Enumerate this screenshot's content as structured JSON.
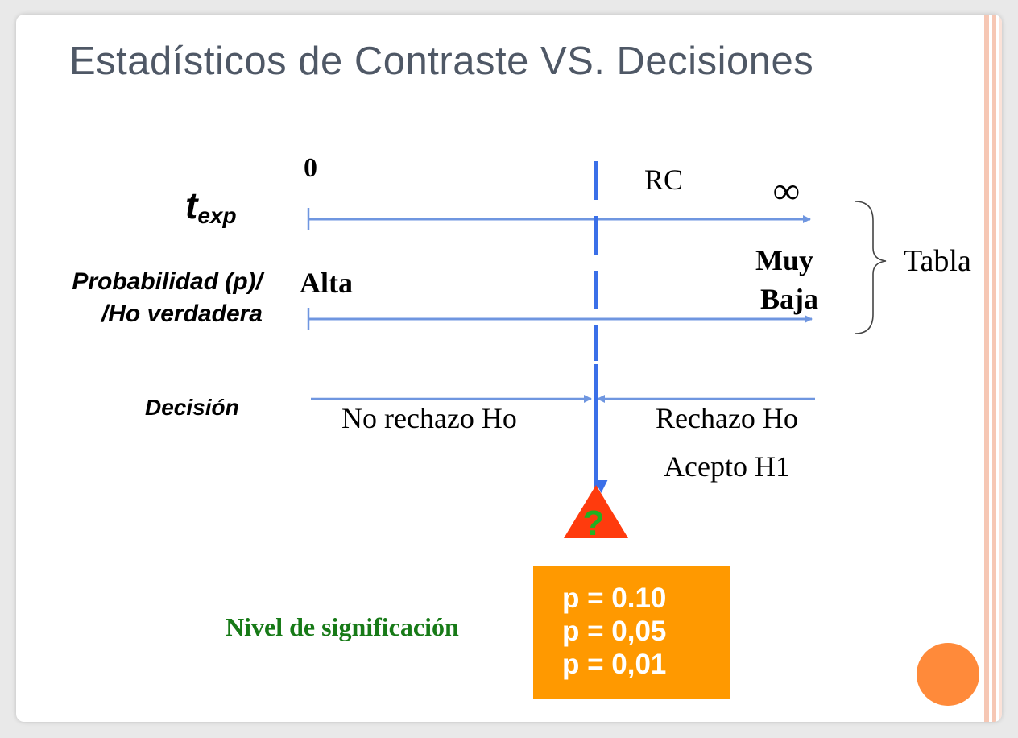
{
  "slide": {
    "title": "Estadísticos de Contraste VS. Decisiones"
  },
  "rows": {
    "t_exp": {
      "main": "t",
      "sub": "exp"
    },
    "probability": {
      "line1": "Probabilidad (p)/",
      "line2": "/Ho verdadera"
    },
    "decision": "Decisión"
  },
  "scale": {
    "zero": "0",
    "rc": "RC",
    "infinity": "∞",
    "alta": "Alta",
    "muy": "Muy",
    "baja": "Baja",
    "tabla": "Tabla"
  },
  "decisions": {
    "no_reject": "No rechazo Ho",
    "reject": "Rechazo Ho",
    "accept": "Acepto H1"
  },
  "marker": {
    "symbol": "?"
  },
  "significance": {
    "label": "Nivel de significación",
    "values": [
      "p = 0.10",
      "p = 0,05",
      "p = 0,01"
    ]
  },
  "colors": {
    "title": "#4f5866",
    "axis": "#6f96e0",
    "dashed": "#3a6fe8",
    "triangle": "#ff3b0d",
    "question": "#22b022",
    "box": "#ff9900",
    "circle": "#ff8a3a",
    "green_text": "#177a17",
    "border": "#f6c7b4"
  }
}
